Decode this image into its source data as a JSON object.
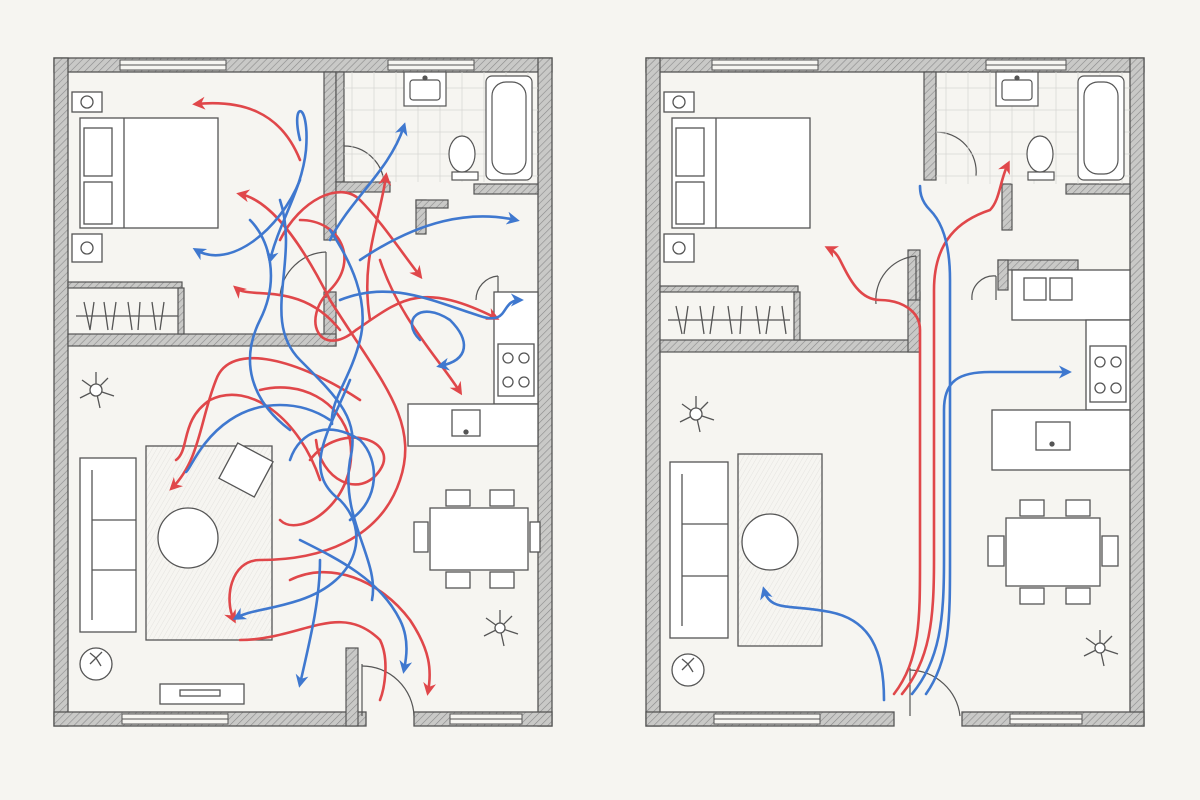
{
  "colors": {
    "paper": "#f6f5f1",
    "wall": "#5f5f5f",
    "wall_fill": "#b9b9b7",
    "furniture_line": "#555555",
    "rug": "#bdbdbb",
    "path_red": "#e0474a",
    "path_blue": "#3f78cf"
  },
  "plans": [
    {
      "name": "chaotic-layout",
      "path_style": "tangled"
    },
    {
      "name": "organized-layout",
      "path_style": "direct"
    }
  ]
}
